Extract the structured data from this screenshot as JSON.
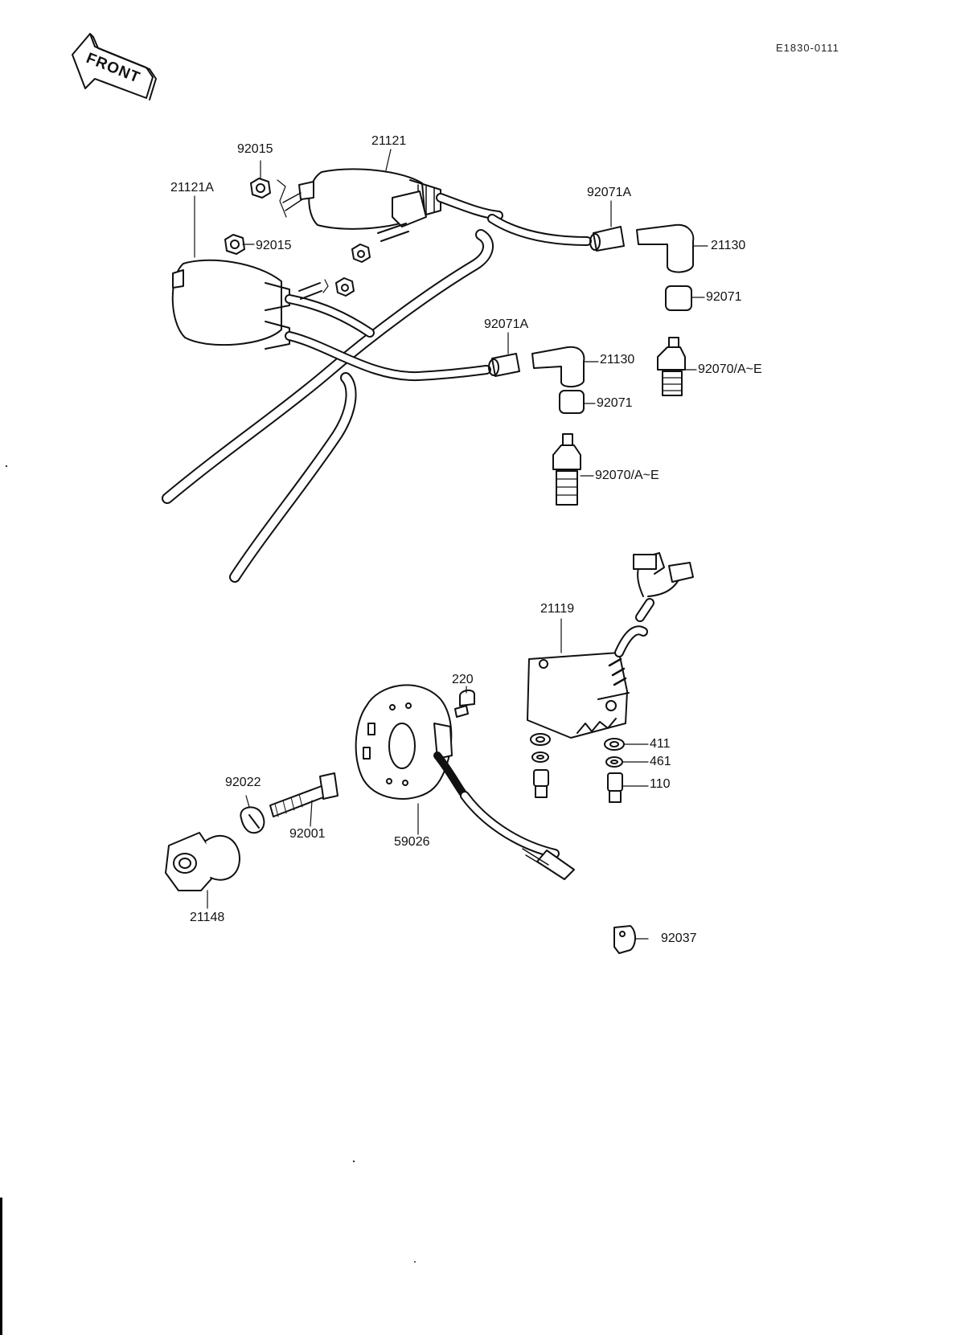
{
  "doc_code": "E1830-0111",
  "front_label": "FRONT",
  "parts": {
    "p92015_top": "92015",
    "p21121": "21121",
    "p21121a": "21121A",
    "p92015_mid": "92015",
    "p92071a_top": "92071A",
    "p21130_top": "21130",
    "p92071_top": "92071",
    "p92070_top": "92070/A~E",
    "p92071a_mid": "92071A",
    "p21130_mid": "21130",
    "p92071_mid": "92071",
    "p92070_mid": "92070/A~E",
    "p21119": "21119",
    "p220": "220",
    "p411": "411",
    "p461": "461",
    "p110": "110",
    "p92022": "92022",
    "p92001": "92001",
    "p59026": "59026",
    "p21148": "21148",
    "p92037": "92037"
  }
}
